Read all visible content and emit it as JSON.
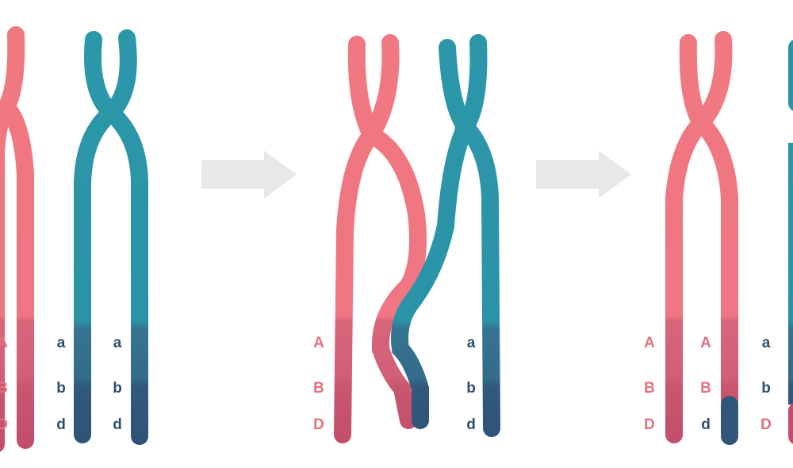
{
  "colors": {
    "pink": "#f07880",
    "pink_dark": "#cf5d75",
    "pink_tip": "#c4506c",
    "teal": "#2b93a8",
    "teal_dark": "#35698a",
    "navy": "#2f5577",
    "arrow": "#e8e8e8",
    "label_pink": "#e2717f",
    "label_blue": "#2c4f6e"
  },
  "stages": [
    {
      "name": "before-crossover",
      "labels": [
        "A",
        "B",
        "D",
        "a",
        "b",
        "d",
        "a",
        "b",
        "d"
      ]
    },
    {
      "name": "crossover",
      "labels": [
        "A",
        "B",
        "D",
        "a",
        "b",
        "d"
      ]
    },
    {
      "name": "after-crossover",
      "labels": [
        "A",
        "B",
        "D",
        "A",
        "B",
        "d",
        "a",
        "b",
        "D"
      ]
    }
  ]
}
